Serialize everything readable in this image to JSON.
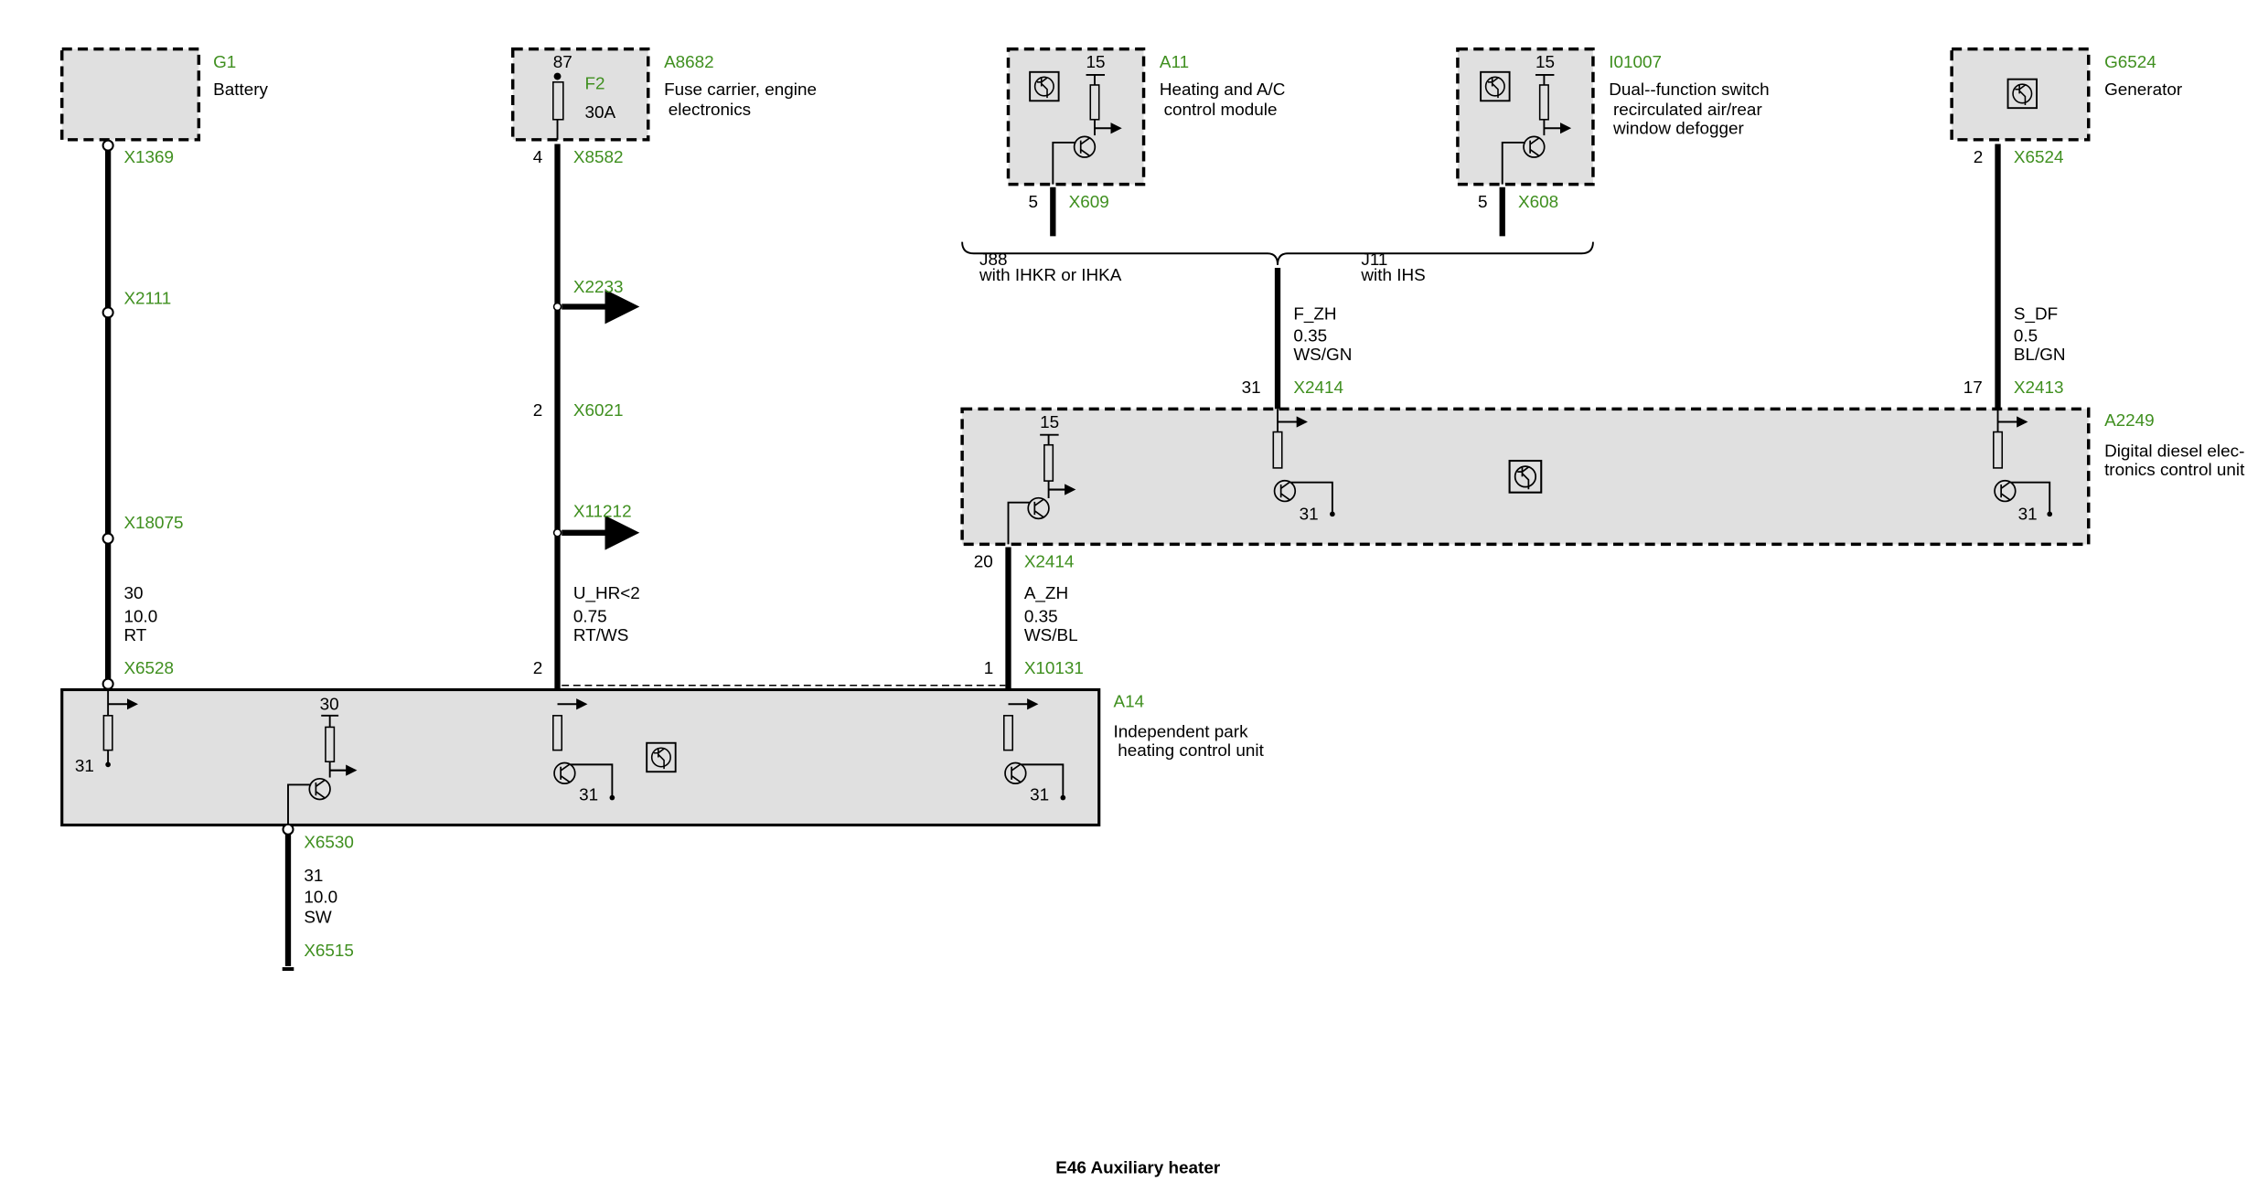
{
  "title": "E46 Auxiliary heater",
  "colors": {
    "component_id": "#3f8f1f",
    "box_fill": "#e0e0e0",
    "wire": "#000000"
  },
  "components": {
    "g1": {
      "id": "G1",
      "name": "Battery"
    },
    "a8682": {
      "id": "A8682",
      "name_line1": "Fuse carrier, engine",
      "name_line2": "electronics",
      "pin": "87",
      "fuse_id": "F2",
      "fuse_rating": "30A"
    },
    "a11": {
      "id": "A11",
      "name_line1": "Heating and A/C",
      "name_line2": "control module",
      "pin": "15"
    },
    "i01007": {
      "id": "I01007",
      "name_line1": "Dual--function switch",
      "name_line2": "recirculated air/rear",
      "name_line3": "window defogger",
      "pin": "15"
    },
    "g6524": {
      "id": "G6524",
      "name": "Generator"
    },
    "a2249": {
      "id": "A2249",
      "name_line1": "Digital diesel elec-",
      "name_line2": "tronics control unit",
      "pin15": "15",
      "ground1": "31",
      "ground2": "31"
    },
    "a14": {
      "id": "A14",
      "name_line1": "Independent park",
      "name_line2": "heating control unit",
      "ground_left": "31",
      "pin30": "30",
      "ground1": "31",
      "ground2": "31"
    }
  },
  "connectors": {
    "x1369": "X1369",
    "x2111": "X2111",
    "x18075": "X18075",
    "x6528": "X6528",
    "x8582": {
      "id": "X8582",
      "pin": "4"
    },
    "x2233": "X2233",
    "x6021": {
      "id": "X6021",
      "pin": "2"
    },
    "x11212": "X11212",
    "x6528_pin2": "2",
    "x609": {
      "id": "X609",
      "pin": "5"
    },
    "x608": {
      "id": "X608",
      "pin": "5"
    },
    "x2414_top": {
      "id": "X2414",
      "pin": "31"
    },
    "x6524": {
      "id": "X6524",
      "pin": "2"
    },
    "x2413": {
      "id": "X2413",
      "pin": "17"
    },
    "x2414_bottom": {
      "id": "X2414",
      "pin": "20"
    },
    "x10131": {
      "id": "X10131",
      "pin": "1"
    },
    "x6530": "X6530",
    "x6515": "X6515"
  },
  "wires": {
    "battery": {
      "signal": "30",
      "size": "10.0",
      "color": "RT"
    },
    "u_hr": {
      "signal": "U_HR<2",
      "size": "0.75",
      "color": "RT/WS"
    },
    "a_zh": {
      "signal": "A_ZH",
      "size": "0.35",
      "color": "WS/BL"
    },
    "f_zh": {
      "signal": "F_ZH",
      "size": "0.35",
      "color": "WS/GN"
    },
    "s_df": {
      "signal": "S_DF",
      "size": "0.5",
      "color": "BL/GN"
    },
    "ground": {
      "signal": "31",
      "size": "10.0",
      "color": "SW"
    }
  },
  "variants": {
    "j88": {
      "code": "J88",
      "desc": "with IHKR or IHKA"
    },
    "j11": {
      "code": "J11",
      "desc": "with IHS"
    }
  }
}
